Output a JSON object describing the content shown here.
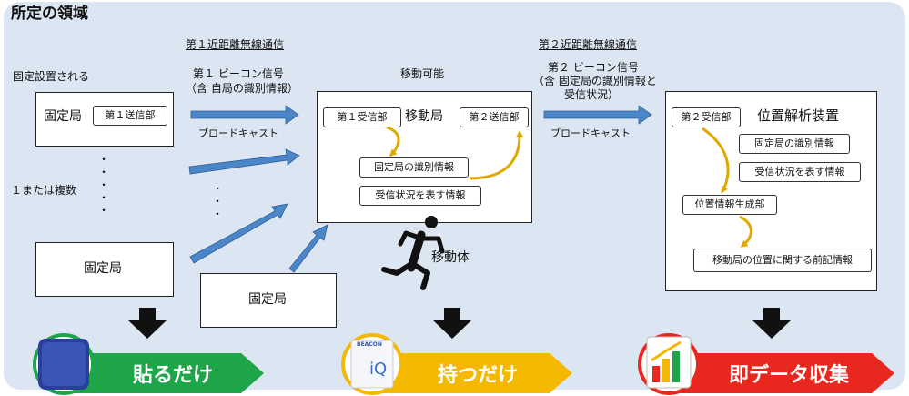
{
  "title": "所定の領域",
  "link1": {
    "heading": "第１近距離無線通信",
    "signal_line1": "第１ ビーコン信号",
    "signal_line2": "（含 自局の識別情報）",
    "broadcast": "ブロードキャスト"
  },
  "link2": {
    "heading": "第２近距離無線通信",
    "signal_line1": "第２ ビーコン信号",
    "signal_line2": "（含 固定局の識別情報と",
    "signal_line3": "受信状況）",
    "broadcast": "ブロードキャスト"
  },
  "fixed": {
    "installed_label": "固定設置される",
    "station_label": "固定局",
    "transmitter1": "第１送信部",
    "count_label": "１または複数",
    "station2_label": "固定局",
    "station3_label": "固定局"
  },
  "mobile": {
    "movable_label": "移動可能",
    "station_label": "移動局",
    "receiver1": "第１受信部",
    "transmitter2": "第２送信部",
    "fixed_id_info": "固定局の識別情報",
    "reception_info": "受信状況を表す情報",
    "body_label": "移動体"
  },
  "analyzer": {
    "title": "位置解析装置",
    "receiver2": "第２受信部",
    "fixed_id_info": "固定局の識別情報",
    "reception_info": "受信状況を表す情報",
    "generator": "位置情報生成部",
    "position_info": "移動局の位置に関する前記情報"
  },
  "banners": {
    "stick": "貼るだけ",
    "carry": "持つだけ",
    "collect": "即データ収集"
  },
  "icons": {
    "beacon_brand": "BEACON",
    "beacon_mark": "iQ"
  },
  "colors": {
    "region": "#dce6f3",
    "arrow_blue": "#4a86c8",
    "curve_gold": "#e0a800",
    "banner_green": "#1ea54a",
    "banner_yellow": "#f5b800",
    "banner_red": "#e8281e"
  }
}
